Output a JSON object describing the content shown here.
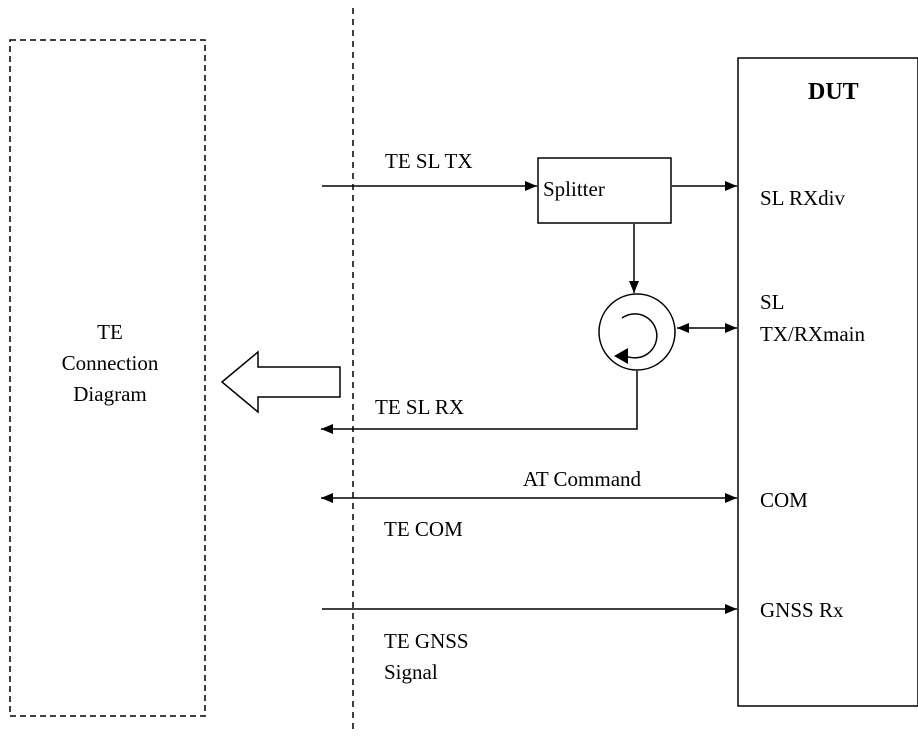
{
  "te_panel": {
    "title_line1": "TE",
    "title_line2": "Connection",
    "title_line3": "Diagram"
  },
  "dut": {
    "title": "DUT",
    "ports": {
      "sl_rxdiv": "SL RXdiv",
      "sl_txrx_line1": "SL",
      "sl_txrx_line2": "TX/RXmain",
      "com": "COM",
      "gnss_rx": "GNSS Rx"
    }
  },
  "splitter": {
    "label": "Splitter"
  },
  "signals": {
    "te_sl_tx": "TE SL TX",
    "te_sl_rx": "TE SL RX",
    "at_command": "AT Command",
    "te_com": "TE COM",
    "te_gnss_line1": "TE GNSS",
    "te_gnss_line2": "Signal"
  },
  "colors": {
    "line": "#000000",
    "background": "#ffffff"
  }
}
